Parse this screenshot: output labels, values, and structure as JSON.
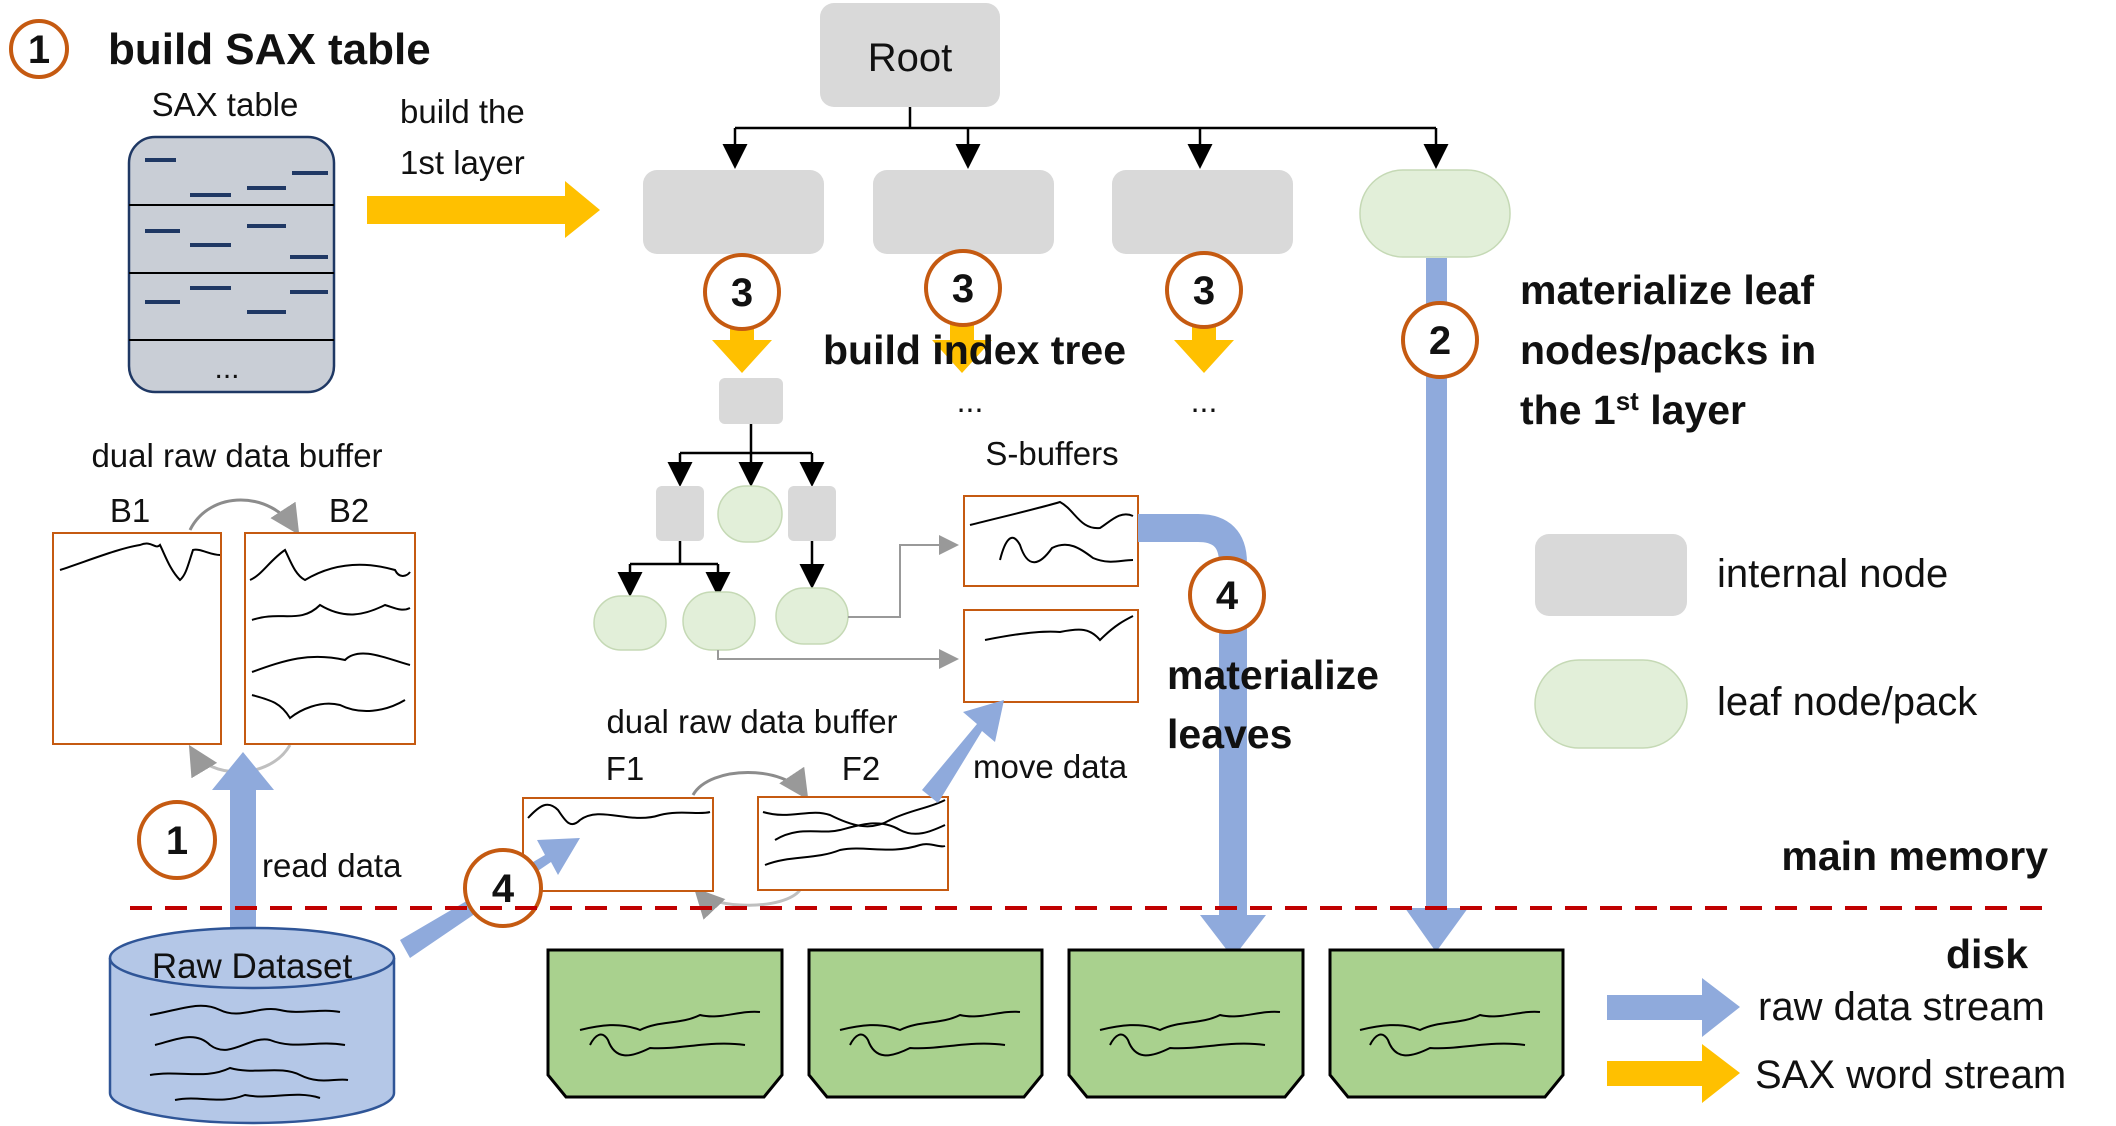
{
  "step1_title": "build SAX table",
  "sax_table": {
    "label": "SAX table",
    "ellipsis": "..."
  },
  "build_first_layer": [
    "build the",
    "1st layer"
  ],
  "root_label": "Root",
  "build_index_tree": "build index tree",
  "tree_ellipsis": "...",
  "materialize_leaf_nodes": [
    "materialize leaf",
    "nodes/packs in",
    "the 1",
    "st",
    " layer"
  ],
  "dual_buffer_b": {
    "title": "dual raw data buffer",
    "b1": "B1",
    "b2": "B2"
  },
  "dual_buffer_f": {
    "title": "dual raw data buffer",
    "f1": "F1",
    "f2": "F2"
  },
  "s_buffers": "S-buffers",
  "move_data": "move data",
  "materialize_leaves": [
    "materialize",
    "leaves"
  ],
  "read_data": "read data",
  "raw_dataset": "Raw Dataset",
  "main_memory": "main memory",
  "disk": "disk",
  "step_numbers": {
    "one": "1",
    "two": "2",
    "three": "3",
    "four": "4"
  },
  "legend": {
    "internal_node": "internal node",
    "leaf_node": "leaf node/pack",
    "raw_stream": "raw data stream",
    "sax_stream": "SAX word stream"
  },
  "colors": {
    "internal": "#d9d9d9",
    "leaf": "#e2efd9",
    "disk_block": "#a9d18e",
    "blue_arrow": "#8faadc",
    "yellow_arrow": "#ffc000",
    "circle_stroke": "#c55a11",
    "divider": "#c00000",
    "buffer_stroke": "#c55a11",
    "sax_bg": "#c9ced6",
    "sax_dash": "#1f3864",
    "dataset_fill": "#b4c7e7"
  }
}
